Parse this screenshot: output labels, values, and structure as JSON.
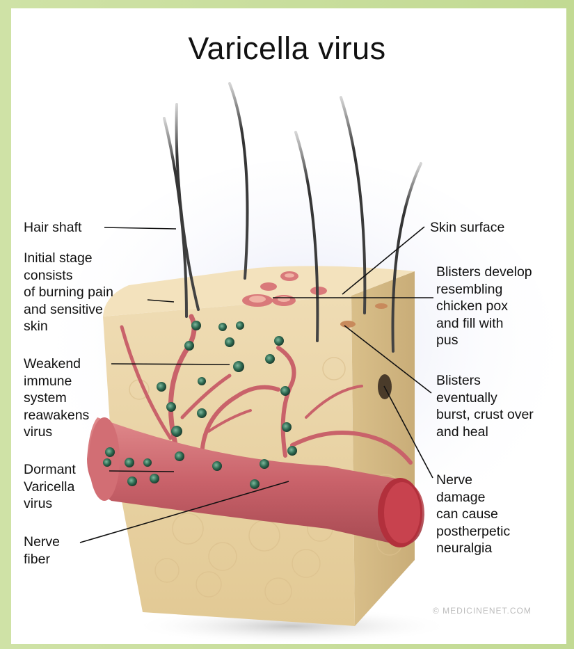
{
  "title": "Varicella virus",
  "labels": {
    "hair_shaft": "Hair shaft",
    "initial_stage": "Initial stage\nconsists\nof burning pain\nand sensitive\nskin",
    "weakend_immune": "Weakend\nimmune\nsystem\nreawakens\nvirus",
    "dormant_virus": "Dormant\nVaricella\nvirus",
    "nerve_fiber": "Nerve\nfiber",
    "skin_surface": "Skin surface",
    "blisters_develop": "Blisters develop\nresembling\nchicken pox\nand fill with\npus",
    "blisters_burst": "Blisters\neventually\nburst, crust over\nand heal",
    "nerve_damage": "Nerve\ndamage\ncan cause\npostherpetic\nneuralgia"
  },
  "credit": "© MEDICINENET.COM",
  "colors": {
    "background_green": "#c6dd98",
    "skin_top": "#eed9ae",
    "skin_side": "#e6cf9e",
    "nerve": "#c9626a",
    "virus": "#2f6b52"
  },
  "illustration": {
    "hair_count": 5,
    "virus_particle_count": 26
  }
}
